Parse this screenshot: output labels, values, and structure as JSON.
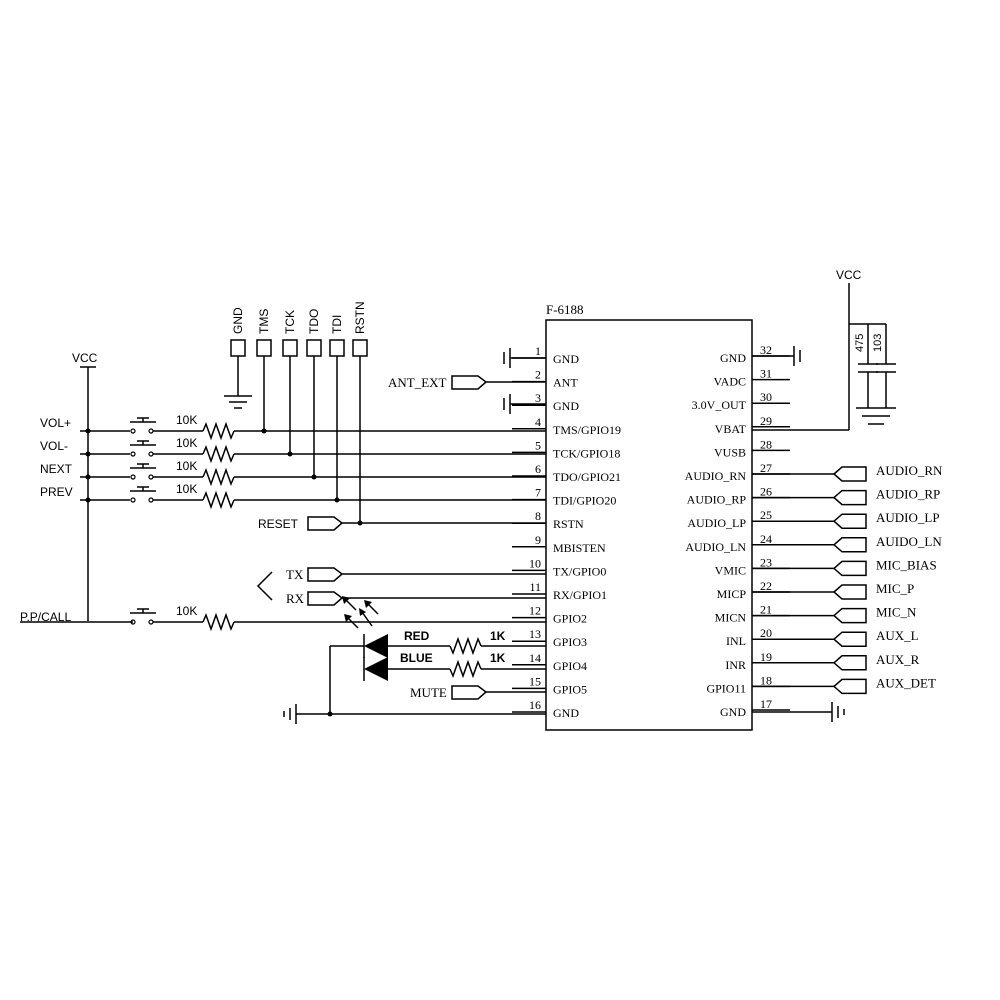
{
  "chip": {
    "name": "F-6188",
    "left_pins": [
      {
        "num": "1",
        "label": "GND"
      },
      {
        "num": "2",
        "label": "ANT"
      },
      {
        "num": "3",
        "label": "GND"
      },
      {
        "num": "4",
        "label": "TMS/GPIO19"
      },
      {
        "num": "5",
        "label": "TCK/GPIO18"
      },
      {
        "num": "6",
        "label": "TDO/GPIO21"
      },
      {
        "num": "7",
        "label": "TDI/GPIO20"
      },
      {
        "num": "8",
        "label": "RSTN"
      },
      {
        "num": "9",
        "label": "MBISTEN"
      },
      {
        "num": "10",
        "label": "TX/GPIO0"
      },
      {
        "num": "11",
        "label": "RX/GPIO1"
      },
      {
        "num": "12",
        "label": "GPIO2"
      },
      {
        "num": "13",
        "label": "GPIO3"
      },
      {
        "num": "14",
        "label": "GPIO4"
      },
      {
        "num": "15",
        "label": "GPIO5"
      },
      {
        "num": "16",
        "label": "GND"
      }
    ],
    "right_pins": [
      {
        "num": "32",
        "label": "GND"
      },
      {
        "num": "31",
        "label": "VADC"
      },
      {
        "num": "30",
        "label": "3.0V_OUT"
      },
      {
        "num": "29",
        "label": "VBAT"
      },
      {
        "num": "28",
        "label": "VUSB"
      },
      {
        "num": "27",
        "label": "AUDIO_RN"
      },
      {
        "num": "26",
        "label": "AUDIO_RP"
      },
      {
        "num": "25",
        "label": "AUDIO_LP"
      },
      {
        "num": "24",
        "label": "AUDIO_LN"
      },
      {
        "num": "23",
        "label": "VMIC"
      },
      {
        "num": "22",
        "label": "MICP"
      },
      {
        "num": "21",
        "label": "MICN"
      },
      {
        "num": "20",
        "label": "INL"
      },
      {
        "num": "19",
        "label": "INR"
      },
      {
        "num": "18",
        "label": "GPIO11"
      },
      {
        "num": "17",
        "label": "GND"
      }
    ]
  },
  "right_ports": [
    "AUDIO_RN",
    "AUDIO_RP",
    "AUDIO_LP",
    "AUIDO_LN",
    "MIC_BIAS",
    "MIC_P",
    "MIC_N",
    "AUX_L",
    "AUX_R",
    "AUX_DET"
  ],
  "jtag": {
    "labels": [
      "GND",
      "TMS",
      "TCK",
      "TDO",
      "TDI",
      "RSTN"
    ]
  },
  "vcc_left": "VCC",
  "vcc_right": "VCC",
  "buttons": [
    "VOL+",
    "VOL-",
    "NEXT",
    "PREV"
  ],
  "resistors": [
    "10K",
    "10K",
    "10K",
    "10K"
  ],
  "ppcall": {
    "label": "P.P/CALL",
    "resistor": "10K"
  },
  "ant_port": "ANT_EXT",
  "reset_port": "RESET",
  "tx_port": "TX",
  "rx_port": "RX",
  "mute_port": "MUTE",
  "leds": {
    "red": "RED",
    "blue": "BLUE",
    "r_red": "1K",
    "r_blue": "1K"
  },
  "caps": [
    "475",
    "103"
  ]
}
